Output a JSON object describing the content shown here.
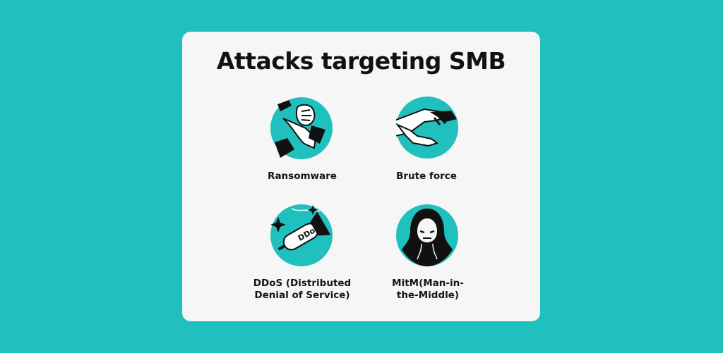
{
  "title": "Attacks targeting SMB",
  "colors": {
    "background": "#1fc0bd",
    "card": "#f6f6f6",
    "accent": "#1fc0bd",
    "ink": "#111111"
  },
  "items": [
    {
      "label": "Ransomware",
      "icon": "hand-holding-bell-icon"
    },
    {
      "label": "Brute force",
      "icon": "pinching-hand-icon"
    },
    {
      "label": "DDoS (Distributed Denial of Service)",
      "label_line1": "DDoS (Distributed",
      "label_line2": "Denial of Service)",
      "icon": "ddos-bomb-icon",
      "icon_text": "DDoS"
    },
    {
      "label": "MitM(Man-in-the-Middle)",
      "label_line1": "MitM(Man-in-",
      "label_line2": "the-Middle)",
      "icon": "hooded-hacker-icon"
    }
  ]
}
